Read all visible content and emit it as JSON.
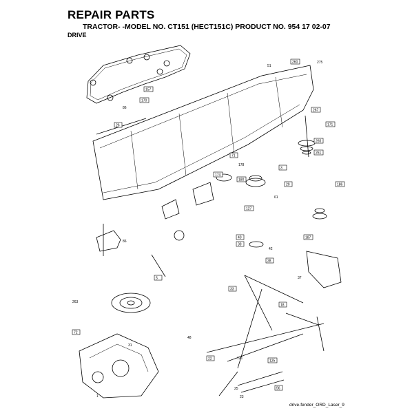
{
  "header": {
    "title": "REPAIR PARTS",
    "subtitle": "TRACTOR- -MODEL NO. CT151 (HECT151C) PRODUCT NO. 954 17 02-07",
    "section": "DRIVE"
  },
  "footer": {
    "drawing_id": "drive-fender_ORD_Laser_9"
  },
  "callouts": {
    "c157": "157",
    "c86": "86",
    "c170": "170",
    "c26": "26",
    "c260": "260",
    "c275": "275",
    "c51": "51",
    "c267": "267",
    "c171": "171",
    "c265": "265",
    "c261": "261",
    "c71": "71",
    "c178": "178",
    "c180": "180",
    "c174": "174",
    "c61": "61",
    "c29": "29",
    "c3": "3",
    "c186": "186",
    "c127": "127",
    "c187": "187",
    "c40": "40",
    "c39": "39",
    "c42": "42",
    "c28": "28",
    "c18": "18",
    "c37": "37",
    "c33": "33",
    "c48": "48",
    "c31": "31",
    "c1": "1",
    "c263": "263",
    "c72": "72",
    "c22": "22",
    "c121": "121",
    "c125": "125",
    "c86b": "86",
    "c5": "5",
    "c56": "56",
    "c25": "25",
    "c23": "23"
  }
}
